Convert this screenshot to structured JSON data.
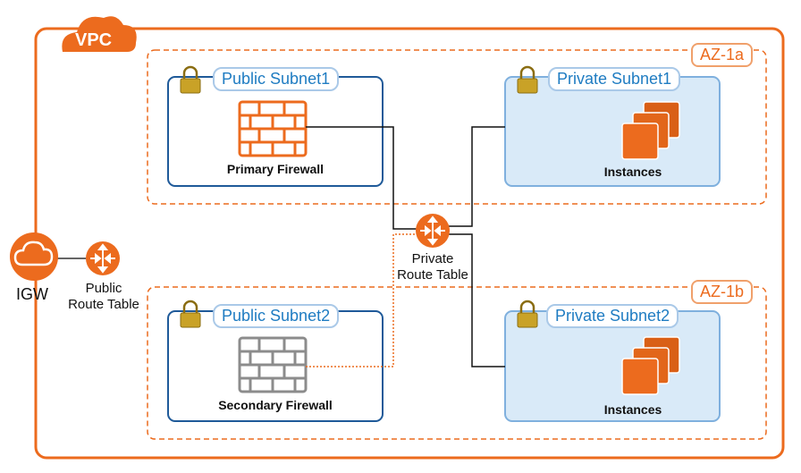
{
  "vpc": {
    "label": "VPC"
  },
  "az": [
    {
      "label": "AZ-1a"
    },
    {
      "label": "AZ-1b"
    }
  ],
  "public_subnets": [
    {
      "title": "Public Subnet1",
      "device": "Primary Firewall"
    },
    {
      "title": "Public Subnet2",
      "device": "Secondary Firewall"
    }
  ],
  "private_subnets": [
    {
      "title": "Private Subnet1",
      "device": "Instances"
    },
    {
      "title": "Private  Subnet2",
      "device": "Instances"
    }
  ],
  "igw": {
    "label": "IGW"
  },
  "public_route_table": {
    "line1": "Public",
    "line2": "Route Table"
  },
  "private_route_table": {
    "line1": "Private",
    "line2": "Route Table"
  },
  "colors": {
    "orange": "#ec6b1e",
    "blue_border": "#1f5a99",
    "subnet_fill": "#d9eaf8",
    "gray_firewall": "#8c8c8c",
    "lock": "#c9a227"
  }
}
